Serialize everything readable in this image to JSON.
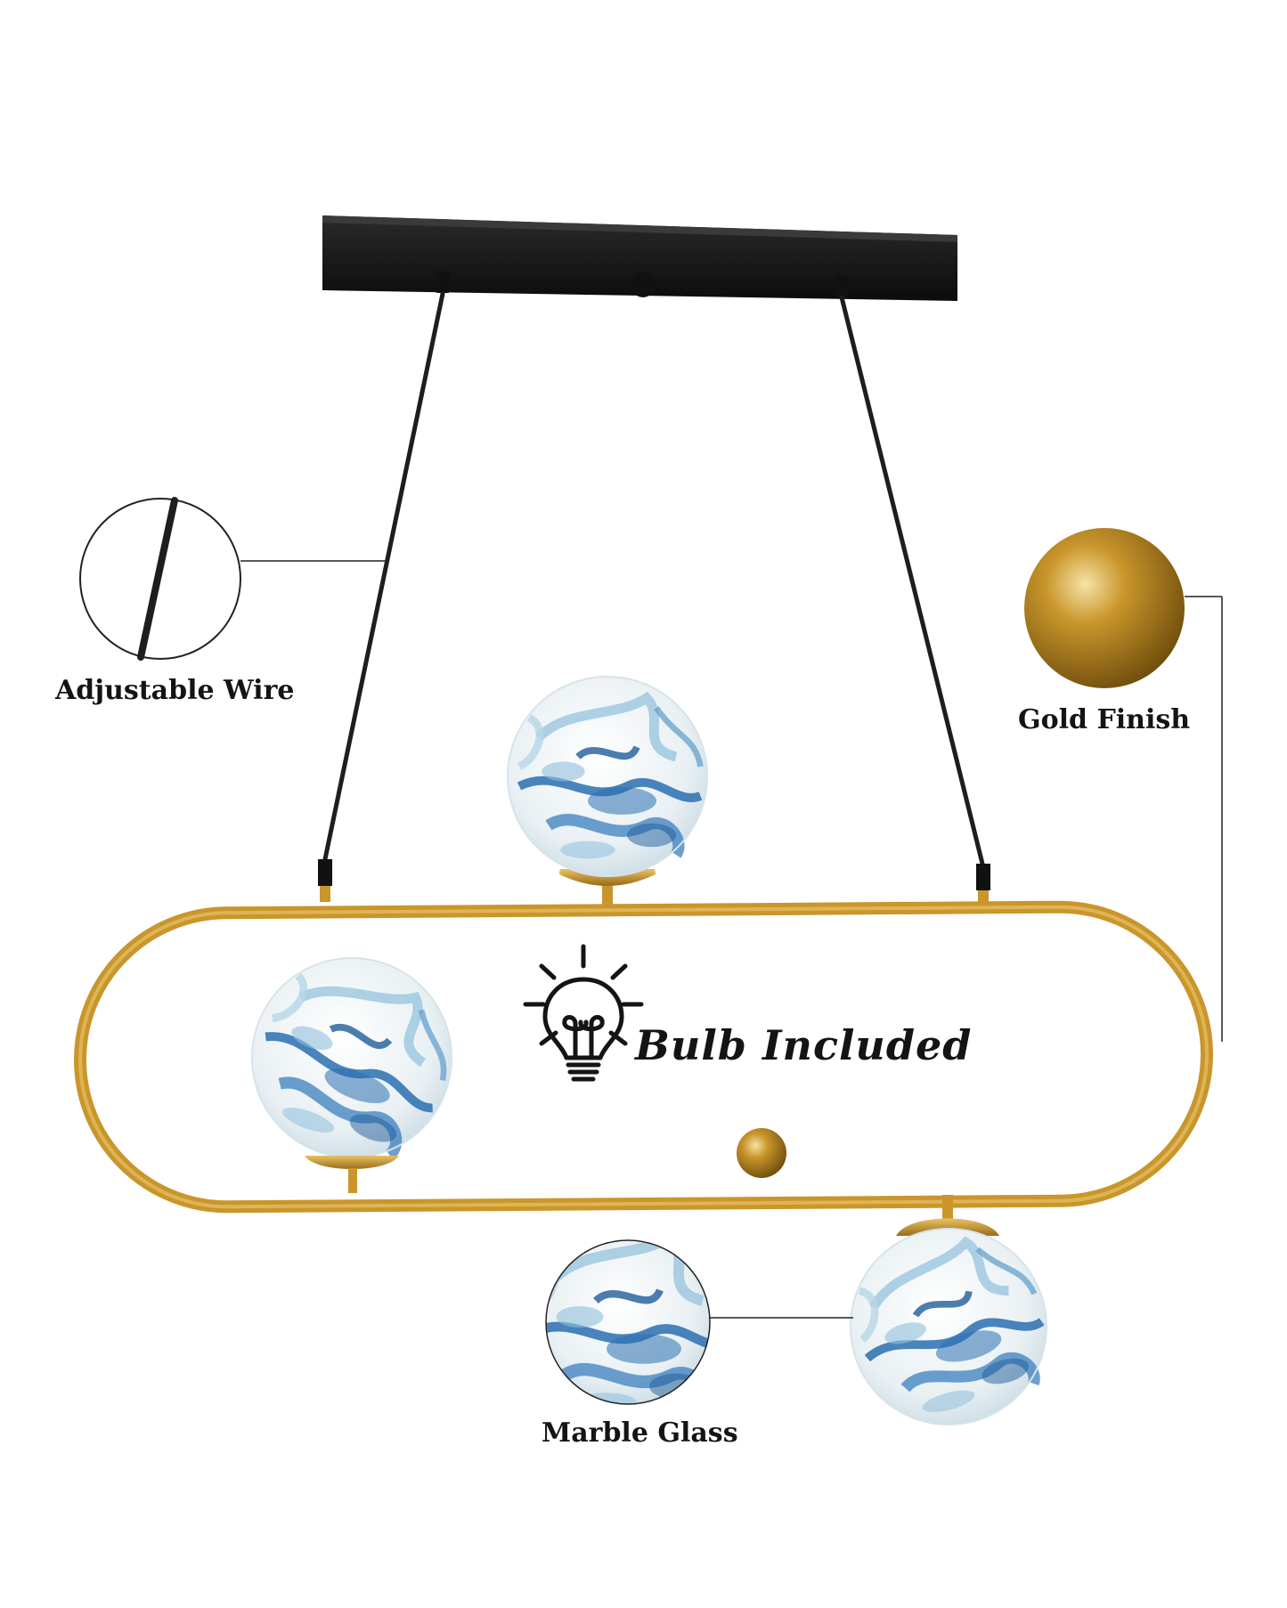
{
  "labels": {
    "adjustable_wire": "Adjustable Wire",
    "gold_finish": "Gold Finish",
    "marble_glass": "Marble Glass",
    "bulb_included": "Bulb Included"
  },
  "colors": {
    "canopy": "#141414",
    "wire": "#1e1e1e",
    "gold": "#c9962c",
    "gold_dark": "#8a6212",
    "gold_light": "#e8c165",
    "marble_white": "#eef3f5",
    "marble_blue": "#2a6fb0",
    "marble_pale_blue": "#8fbfdc",
    "text": "#141414",
    "callout_line": "#222222"
  },
  "icons": {
    "bulb": "lightbulb-icon"
  }
}
